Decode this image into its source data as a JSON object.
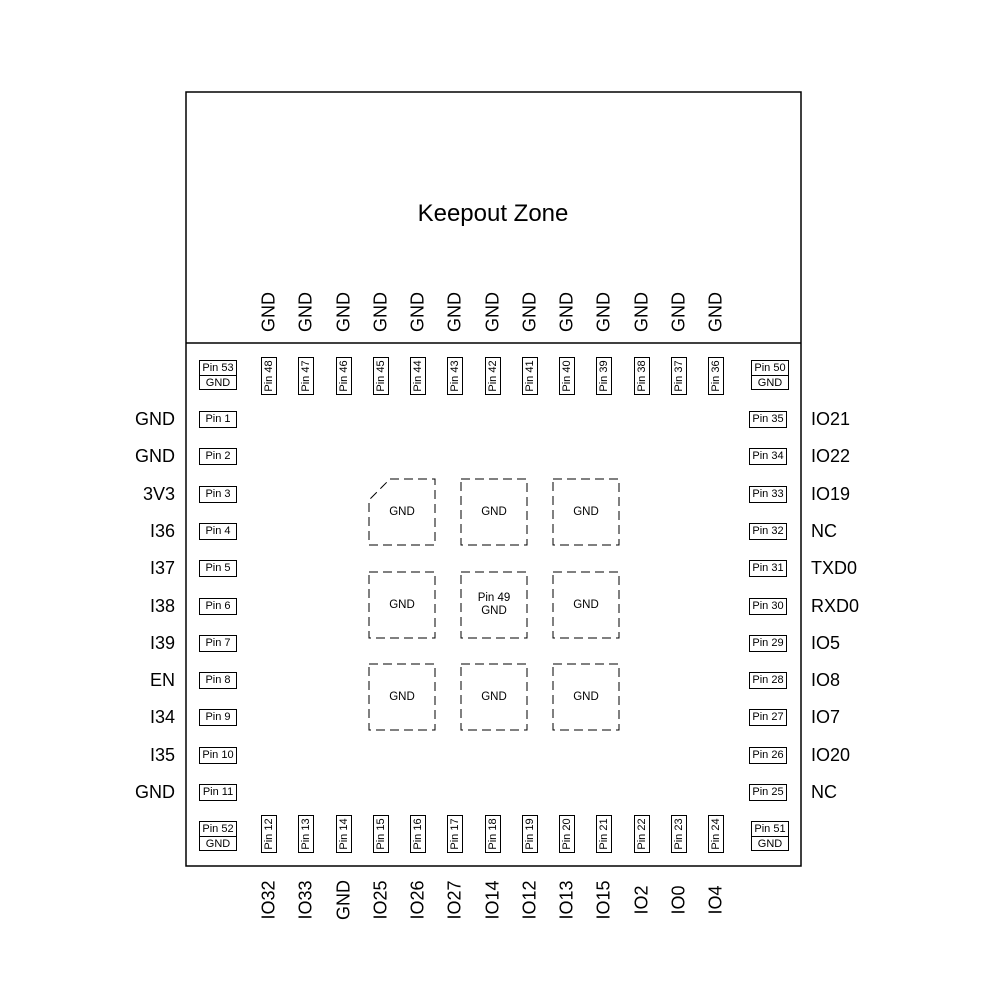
{
  "keepout_label": "Keepout Zone",
  "pin_prefix": "Pin",
  "left_pins": [
    {
      "pin": "1",
      "signal": "GND"
    },
    {
      "pin": "2",
      "signal": "GND"
    },
    {
      "pin": "3",
      "signal": "3V3"
    },
    {
      "pin": "4",
      "signal": "I36"
    },
    {
      "pin": "5",
      "signal": "I37"
    },
    {
      "pin": "6",
      "signal": "I38"
    },
    {
      "pin": "7",
      "signal": "I39"
    },
    {
      "pin": "8",
      "signal": "EN"
    },
    {
      "pin": "9",
      "signal": "I34"
    },
    {
      "pin": "10",
      "signal": "I35"
    },
    {
      "pin": "11",
      "signal": "GND"
    }
  ],
  "right_pins": [
    {
      "pin": "35",
      "signal": "IO21"
    },
    {
      "pin": "34",
      "signal": "IO22"
    },
    {
      "pin": "33",
      "signal": "IO19"
    },
    {
      "pin": "32",
      "signal": "NC"
    },
    {
      "pin": "31",
      "signal": "TXD0"
    },
    {
      "pin": "30",
      "signal": "RXD0"
    },
    {
      "pin": "29",
      "signal": "IO5"
    },
    {
      "pin": "28",
      "signal": "IO8"
    },
    {
      "pin": "27",
      "signal": "IO7"
    },
    {
      "pin": "26",
      "signal": "IO20"
    },
    {
      "pin": "25",
      "signal": "NC"
    }
  ],
  "top_pins": [
    {
      "pin": "48",
      "signal": "GND"
    },
    {
      "pin": "47",
      "signal": "GND"
    },
    {
      "pin": "46",
      "signal": "GND"
    },
    {
      "pin": "45",
      "signal": "GND"
    },
    {
      "pin": "44",
      "signal": "GND"
    },
    {
      "pin": "43",
      "signal": "GND"
    },
    {
      "pin": "42",
      "signal": "GND"
    },
    {
      "pin": "41",
      "signal": "GND"
    },
    {
      "pin": "40",
      "signal": "GND"
    },
    {
      "pin": "39",
      "signal": "GND"
    },
    {
      "pin": "38",
      "signal": "GND"
    },
    {
      "pin": "37",
      "signal": "GND"
    },
    {
      "pin": "36",
      "signal": "GND"
    }
  ],
  "bottom_pins": [
    {
      "pin": "12",
      "signal": "IO32"
    },
    {
      "pin": "13",
      "signal": "IO33"
    },
    {
      "pin": "14",
      "signal": "GND"
    },
    {
      "pin": "15",
      "signal": "IO25"
    },
    {
      "pin": "16",
      "signal": "IO26"
    },
    {
      "pin": "17",
      "signal": "IO27"
    },
    {
      "pin": "18",
      "signal": "IO14"
    },
    {
      "pin": "19",
      "signal": "IO12"
    },
    {
      "pin": "20",
      "signal": "IO13"
    },
    {
      "pin": "21",
      "signal": "IO15"
    },
    {
      "pin": "22",
      "signal": "IO2"
    },
    {
      "pin": "23",
      "signal": "IO0"
    },
    {
      "pin": "24",
      "signal": "IO4"
    }
  ],
  "corner_pins": {
    "top_left": {
      "pin": "53",
      "signal": "GND"
    },
    "top_right": {
      "pin": "50",
      "signal": "GND"
    },
    "bottom_left": {
      "pin": "52",
      "signal": "GND"
    },
    "bottom_right": {
      "pin": "51",
      "signal": "GND"
    }
  },
  "thermal_pads": [
    {
      "label": "GND",
      "sub": ""
    },
    {
      "label": "GND",
      "sub": ""
    },
    {
      "label": "GND",
      "sub": ""
    },
    {
      "label": "GND",
      "sub": ""
    },
    {
      "label": "Pin 49",
      "sub": "GND"
    },
    {
      "label": "GND",
      "sub": ""
    },
    {
      "label": "GND",
      "sub": ""
    },
    {
      "label": "GND",
      "sub": ""
    },
    {
      "label": "GND",
      "sub": ""
    }
  ]
}
